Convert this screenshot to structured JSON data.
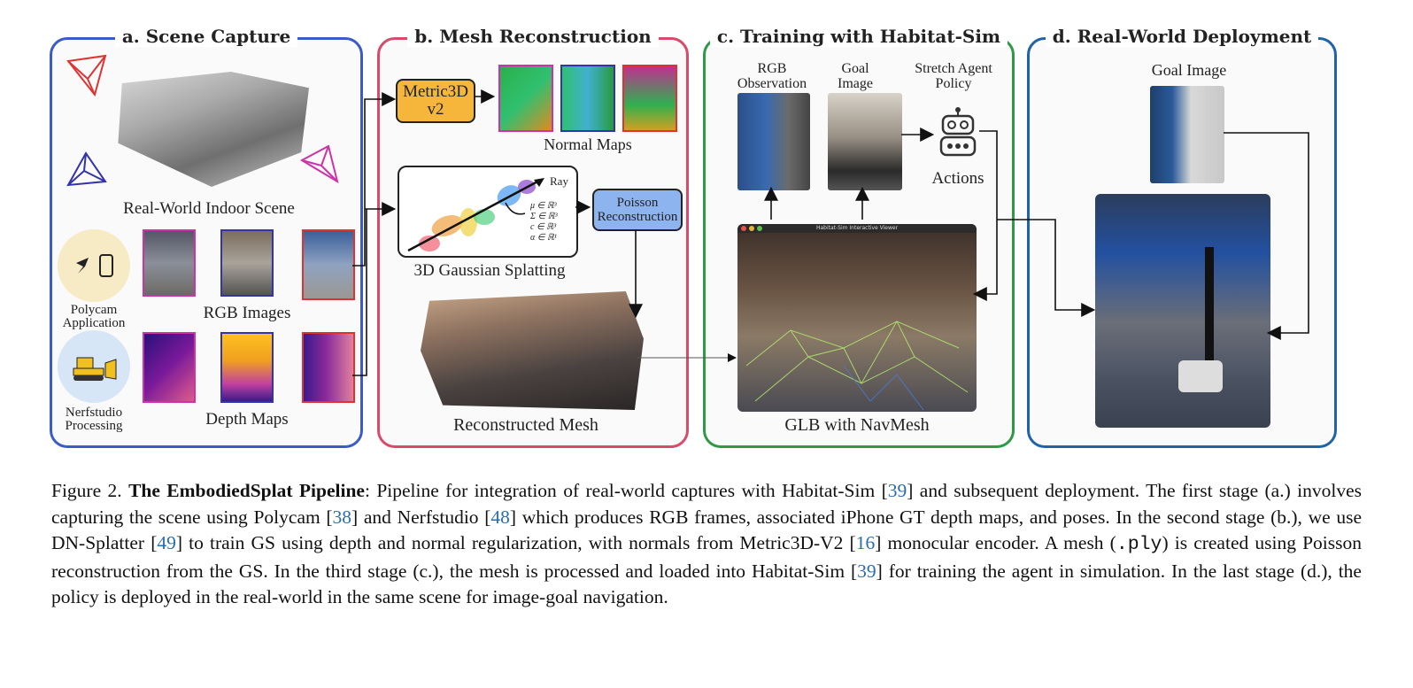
{
  "panels": {
    "a": {
      "title": "a. Scene Capture",
      "color": "#3b5bc7",
      "scene_label": "Real-World Indoor Scene",
      "polycam_label": "Polycam Application",
      "rgb_label": "RGB Images",
      "nerf_label": "Nerfstudio Processing",
      "depth_label": "Depth Maps"
    },
    "b": {
      "title": "b. Mesh Reconstruction",
      "color": "#d94b6a",
      "metric_label": "Metric3D v2",
      "normal_label": "Normal Maps",
      "gs_label": "3D Gaussian Splatting",
      "ray_label": "Ray",
      "gs_params": [
        "μ ∈ ℝ³",
        "Σ ∈ ℝ³",
        "c ∈ ℝ³",
        "α ∈ ℝ¹"
      ],
      "poisson_label": "Poisson Reconstruction",
      "mesh_label": "Reconstructed Mesh"
    },
    "c": {
      "title": "c. Training with Habitat-Sim",
      "color": "#2f9a46",
      "rgb_obs_label": "RGB Observation",
      "goal_label": "Goal Image",
      "policy_label": "Stretch Agent Policy",
      "actions_label": "Actions",
      "viewer_title": "Habitat-Sim Interactive Viewer",
      "glb_label": "GLB with NavMesh"
    },
    "d": {
      "title": "d. Real-World Deployment",
      "color": "#1f63a8",
      "goal_label": "Goal Image"
    }
  },
  "caption": {
    "fig": "Figure 2.",
    "bold": "The EmbodiedSplat Pipeline",
    "t1": ": Pipeline for integration of real-world captures with Habitat-Sim [",
    "c1": "39",
    "t2": "] and subsequent deployment. The first stage (a.) involves capturing the scene using Polycam [",
    "c2": "38",
    "t3": "] and Nerfstudio [",
    "c3": "48",
    "t4": "] which produces RGB frames, associated iPhone GT depth maps, and poses. In the second stage (b.), we use DN-Splatter [",
    "c4": "49",
    "t5": "] to train GS using depth and normal regularization, with normals from Metric3D-V2 [",
    "c5": "16",
    "t6": "] monocular encoder. A mesh (",
    "mono": ".ply",
    "t7": ") is created using Poisson reconstruction from the GS. In the third stage (c.), the mesh is processed and loaded into Habitat-Sim [",
    "c6": "39",
    "t8": "] for training the agent in simulation. In the last stage (d.), the policy is deployed in the real-world in the same scene for image-goal navigation."
  }
}
